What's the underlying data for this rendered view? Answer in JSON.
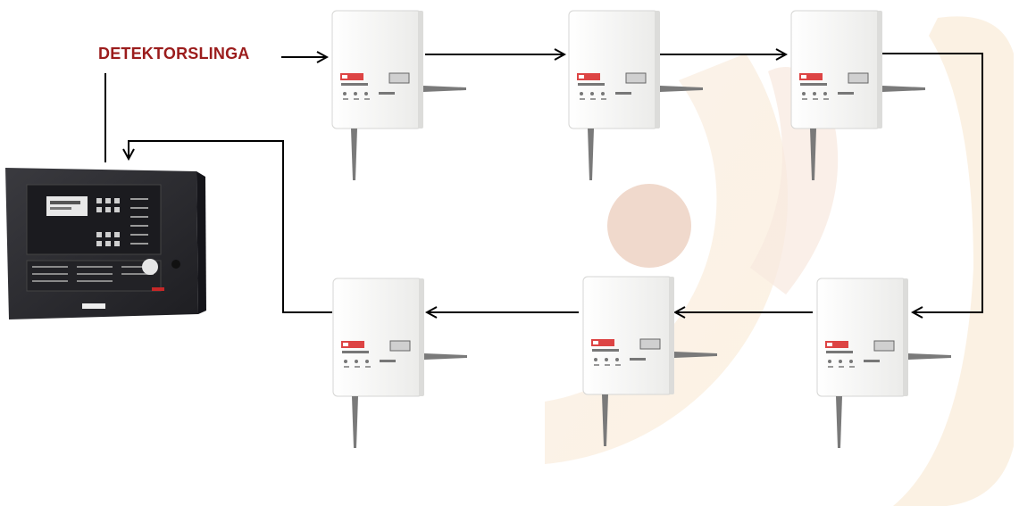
{
  "loop_label": "DETEKTORSLINGA",
  "colors": {
    "label": "#9b1c1c",
    "wires": "#000000",
    "watermark": "#f5e2d4",
    "device_body": "#f4f4f2",
    "antenna": "#7a7a7a",
    "panel_body": "#2a2a2e"
  },
  "devices": [
    {
      "id": "device-1",
      "icon": "wireless-translator-module"
    },
    {
      "id": "device-2",
      "icon": "wireless-translator-module"
    },
    {
      "id": "device-3",
      "icon": "wireless-translator-module"
    },
    {
      "id": "device-4",
      "icon": "wireless-translator-module"
    },
    {
      "id": "device-5",
      "icon": "wireless-translator-module"
    },
    {
      "id": "device-6",
      "icon": "wireless-translator-module"
    }
  ],
  "panel": {
    "icon": "fire-alarm-control-panel"
  }
}
